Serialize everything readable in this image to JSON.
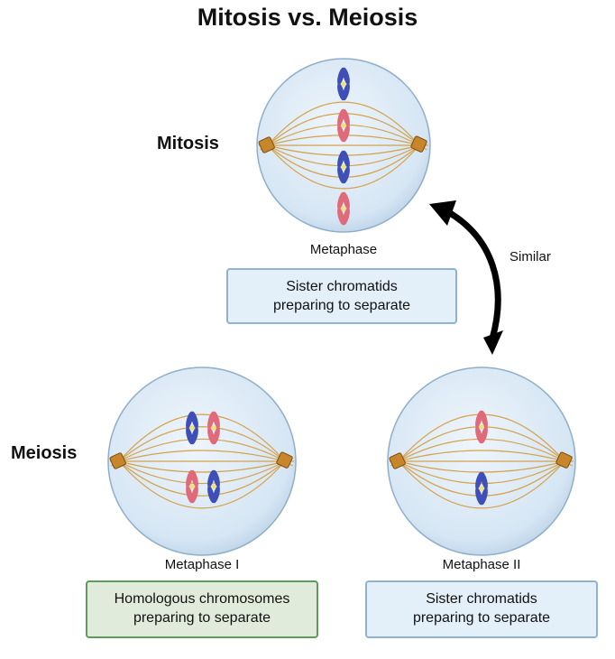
{
  "title": "Mitosis vs. Meiosis",
  "labels": {
    "mitosis": "Mitosis",
    "meiosis": "Meiosis",
    "similar": "Similar"
  },
  "cells": {
    "mitosis": {
      "caption": "Metaphase",
      "note_line1": "Sister chromatids",
      "note_line2": "preparing to separate"
    },
    "meiosis_1": {
      "caption": "Metaphase I",
      "note_line1": "Homologous chromosomes",
      "note_line2": "preparing to separate"
    },
    "meiosis_2": {
      "caption": "Metaphase II",
      "note_line1": "Sister chromatids",
      "note_line2": "preparing to separate"
    }
  },
  "colors": {
    "cell_fill": "#d9e8f5",
    "cell_edge": "#8faecb",
    "spindle": "#d4a24a",
    "centrosome": "#c8862a",
    "chromosome_blue": "#3f4fb8",
    "chromosome_red": "#e0697a",
    "centromere": "#f1e27a",
    "arrow": "#000000"
  }
}
